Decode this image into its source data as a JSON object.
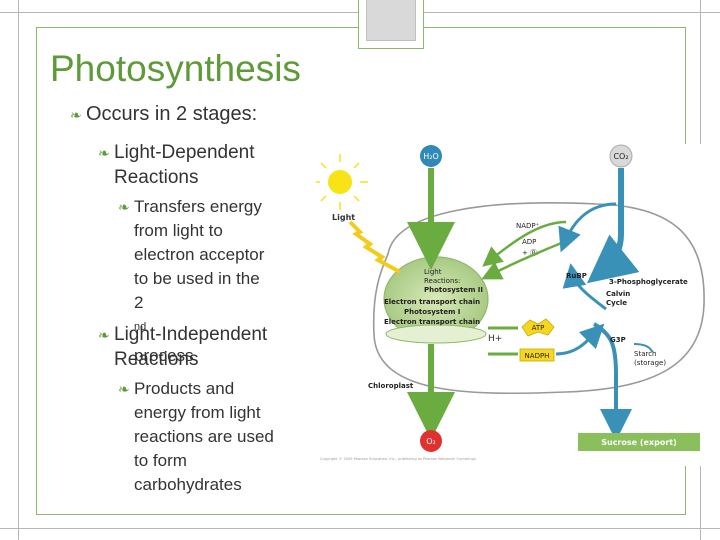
{
  "slide": {
    "title": "Photosynthesis",
    "bullets": {
      "level1": "Occurs in 2 stages:",
      "light_dependent": {
        "line1": "Light-Dependent",
        "line2": "Reactions",
        "sub": [
          "Transfers energy",
          "from light to",
          "electron acceptor",
          "to be used in the",
          "2",
          "nd",
          " process"
        ]
      },
      "light_independent": {
        "line1": "Light-Independent",
        "line2": "Reactions",
        "sub": [
          "Products and",
          "energy from light",
          "reactions are used",
          "to form",
          "carbohydrates"
        ]
      }
    }
  },
  "diagram": {
    "h2o": "H₂O",
    "co2": "CO₂",
    "o2": "O₂",
    "light_label": "Light",
    "nadp": "NADP⁺",
    "adp": "ADP",
    "pi": "+ Ⓟᵢ",
    "light_reactions": [
      "Light",
      "Reactions:",
      "Photosystem II",
      "Electron transport chain",
      "Photosystem I",
      "Electron transport chain"
    ],
    "atp": "ATP",
    "nadph": "NADPH",
    "hplus": "H+",
    "rubp": "RuBP",
    "phosphoglycerate": "3-Phosphoglycerate",
    "calvin": [
      "Calvin",
      "Cycle"
    ],
    "g3p": "G3P",
    "starch": [
      "Starch",
      "(storage)"
    ],
    "chloroplast": "Chloroplast",
    "sucrose": "Sucrose (export)",
    "copyright": "Copyright © 2009 Pearson Education, Inc., publishing as Pearson Benjamin Cummings."
  },
  "colors": {
    "accent_green": "#5f9a38",
    "arrow_green": "#6aac3f",
    "arrow_blue": "#3a91b8",
    "sun": "#f7e316"
  }
}
